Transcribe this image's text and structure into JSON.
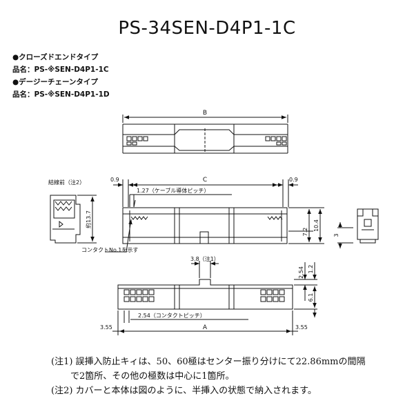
{
  "title": "PS-34SEN-D4P1-1C",
  "legend": {
    "closed_end_heading": "●クローズドエンドタイプ",
    "closed_end_part": "品名：PS-※SEN-D4P1-1C",
    "daisy_chain_heading": "●デージーチェーンタイプ",
    "daisy_chain_part": "品名：PS-※SEN-D4P1-1D"
  },
  "dimensions": {
    "B": "B",
    "C": "C",
    "A": "A",
    "gap_left": "0.9",
    "gap_right": "0.9",
    "cable_pitch": "1.27（ケーブル導体ピッチ）",
    "contact_pitch": "2.54（コンタクトピッチ）",
    "edge_left": "3.55",
    "edge_right": "3.55",
    "key_width": "3.8（注1）",
    "height_side": "約13.7",
    "dim_7_2": "7.2",
    "dim_10_4": "10.4",
    "dim_3": "3",
    "dim_2_54": "2.54",
    "dim_1_2": "1.2",
    "dim_6_1": "6.1"
  },
  "labels": {
    "pre_wiring": "結線前（注2）",
    "contact_no1": "コンタクトNo.1を示す"
  },
  "notes": {
    "note1_line1": "(注1) 誤挿入防止キィは、50、60極はセンター振り分けにて22.86mmの間隔",
    "note1_line2": "で2箇所、その他の極数は中心に1箇所。",
    "note2": "(注2) カバーと本体は図のように、半挿入の状態で納入されます。"
  }
}
